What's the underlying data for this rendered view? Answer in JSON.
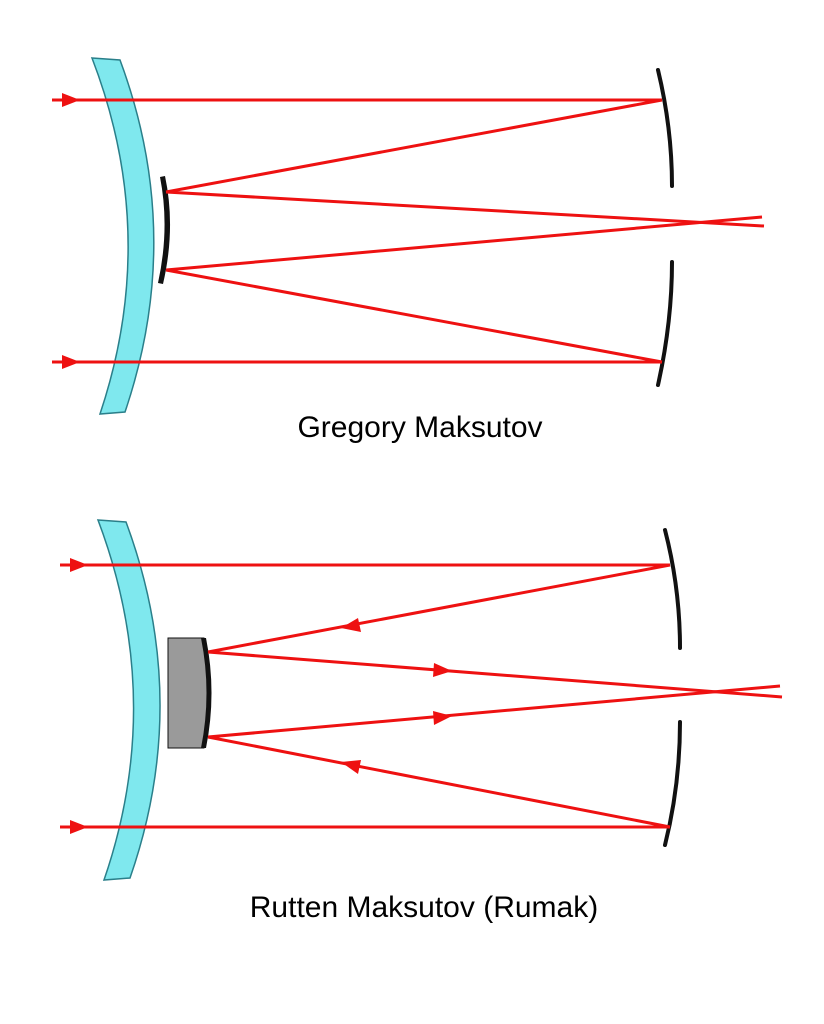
{
  "diagrams": [
    {
      "caption": "Gregory Maksutov",
      "secondary_type": "aluminized-spot"
    },
    {
      "caption": "Rutten Maksutov (Rumak)",
      "secondary_type": "separate-mirror"
    }
  ],
  "colors": {
    "ray": "#ee1111",
    "corrector_fill": "#7fe8ee",
    "corrector_stroke": "#2a7f8a",
    "mirror": "#111111",
    "secondary_fill": "#9a9a9a",
    "background": "#ffffff"
  }
}
